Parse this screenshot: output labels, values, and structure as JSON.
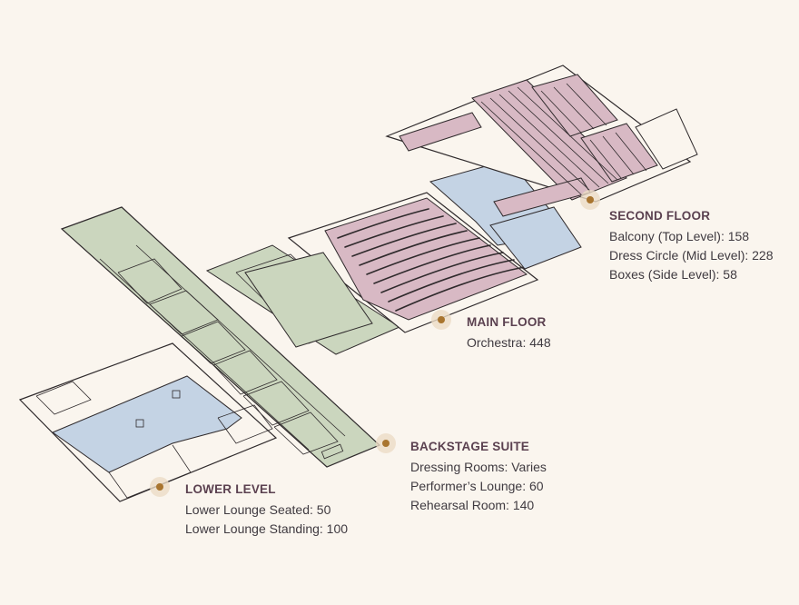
{
  "levels": [
    {
      "key": "second",
      "heading": "SECOND FLOOR",
      "lines": [
        "Balcony (Top Level): 158",
        "Dress Circle (Mid Level): 228",
        "Boxes (Side Level): 58"
      ]
    },
    {
      "key": "main",
      "heading": "MAIN FLOOR",
      "lines": [
        "Orchestra: 448"
      ]
    },
    {
      "key": "backstage",
      "heading": "BACKSTAGE SUITE",
      "lines": [
        "Dressing Rooms: Varies",
        "Performer’s Lounge: 60",
        "Rehearsal Room: 140"
      ]
    },
    {
      "key": "lower",
      "heading": "LOWER LEVEL",
      "lines": [
        "Lower Lounge Seated: 50",
        "Lower Lounge Standing: 100"
      ]
    }
  ],
  "colors": {
    "background": "#faf5ee",
    "backstage_fill": "#cbd6be",
    "seating_fill": "#d8b9c4",
    "lobby_fill": "#c4d3e4",
    "outline": "#2f2a2c",
    "marker": "#a9752f",
    "heading": "#5b4150"
  }
}
